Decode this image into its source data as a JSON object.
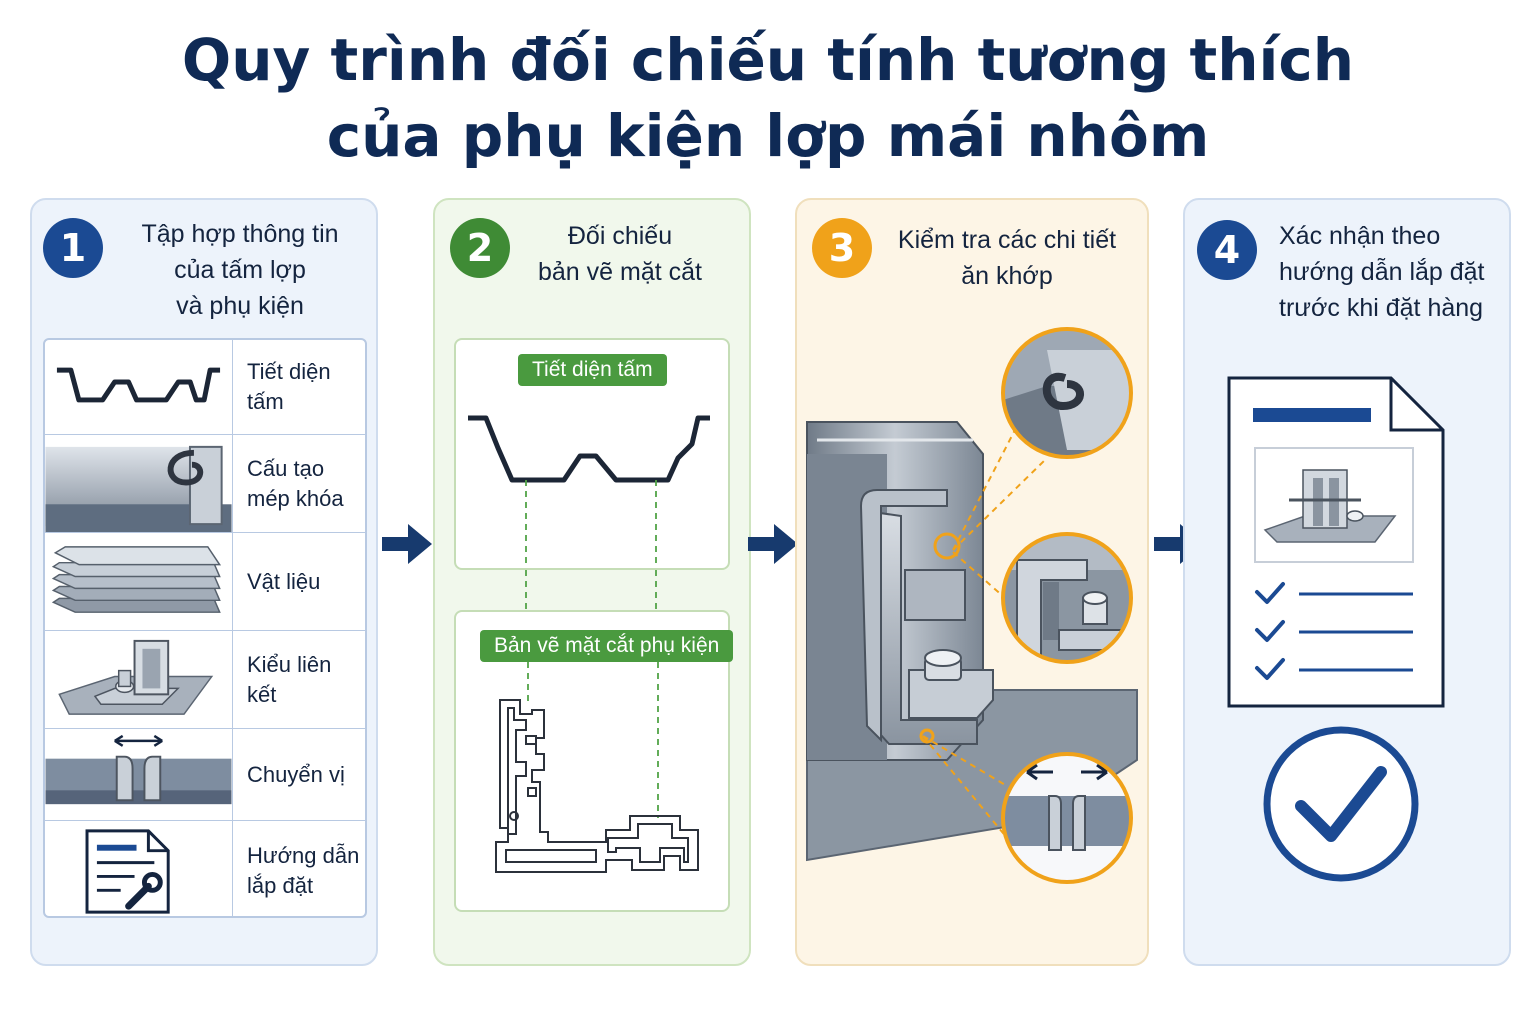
{
  "title": {
    "line1": "Quy trình đối chiếu tính tương thích",
    "line2": "của phụ kiện lợp mái nhôm"
  },
  "steps": [
    {
      "number": "1",
      "title": "Tập hợp thông tin\ncủa tấm lợp\nvà phụ kiện",
      "items": [
        {
          "label": "Tiết diện tấm",
          "icon": "panel-profile-icon"
        },
        {
          "label": "Cấu tạo\nmép khóa",
          "icon": "seam-lock-icon"
        },
        {
          "label": "Vật liệu",
          "icon": "sheet-stack-icon"
        },
        {
          "label": "Kiểu liên kết",
          "icon": "clip-bracket-icon"
        },
        {
          "label": "Chuyển vị",
          "icon": "expansion-gap-icon"
        },
        {
          "label": "Hướng dẫn\nlắp đặt",
          "icon": "document-wrench-icon"
        }
      ]
    },
    {
      "number": "2",
      "title": "Đối chiếu\nbản vẽ mặt cắt",
      "tag_top": "Tiết diện tấm",
      "tag_bottom": "Bản vẽ mặt cắt phụ kiện"
    },
    {
      "number": "3",
      "title": "Kiểm tra các chi tiết\năn khớp"
    },
    {
      "number": "4",
      "title": "Xác nhận theo\nhướng dẫn lắp đặt\ntrước khi đặt hàng"
    }
  ],
  "colors": {
    "navy": "#0f2a55",
    "blue_badge": "#1b4a93",
    "green_badge": "#3f8b35",
    "orange_badge": "#f0a21a",
    "arrow": "#173a6e"
  }
}
